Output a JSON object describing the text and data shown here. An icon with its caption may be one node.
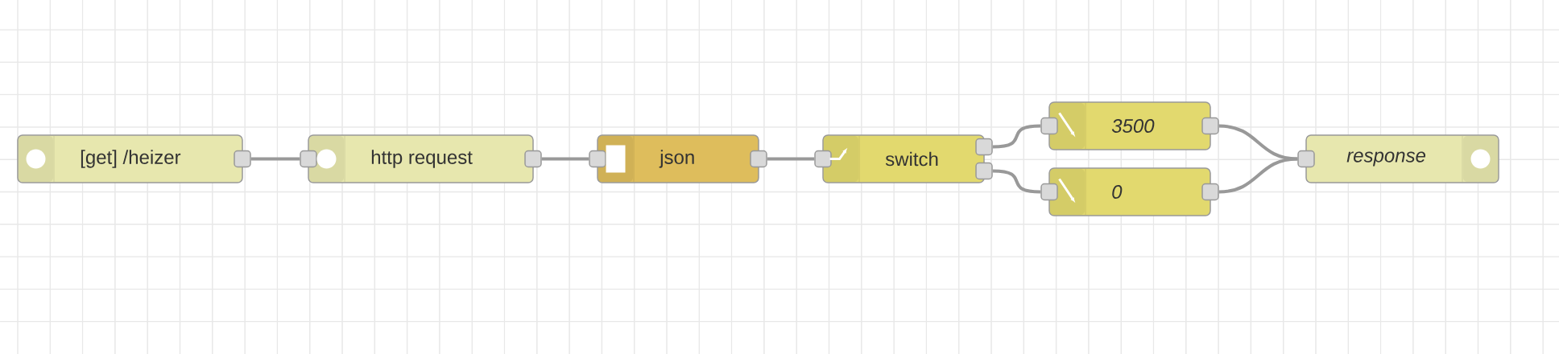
{
  "diagram": {
    "nodes": [
      {
        "text": [
          "[get] /heizer"
        ]
      },
      {
        "text": [
          "http request"
        ]
      },
      {
        "text": [
          "json"
        ]
      },
      {
        "text": [
          "switch"
        ]
      },
      {
        "text": [
          "3500"
        ]
      },
      {
        "text": [
          "0"
        ]
      },
      {
        "text": [
          "response"
        ]
      }
    ],
    "edges": [
      {
        "from": 0,
        "to": 1,
        "arrow": "none"
      },
      {
        "from": 1,
        "to": 2,
        "arrow": "none"
      },
      {
        "from": 2,
        "to": 3,
        "arrow": "none"
      },
      {
        "from": 3,
        "to": 4,
        "arrow": "none"
      },
      {
        "from": 3,
        "to": 5,
        "arrow": "none"
      },
      {
        "from": 4,
        "to": 6,
        "arrow": "none"
      },
      {
        "from": 5,
        "to": 6,
        "arrow": "none"
      }
    ]
  }
}
